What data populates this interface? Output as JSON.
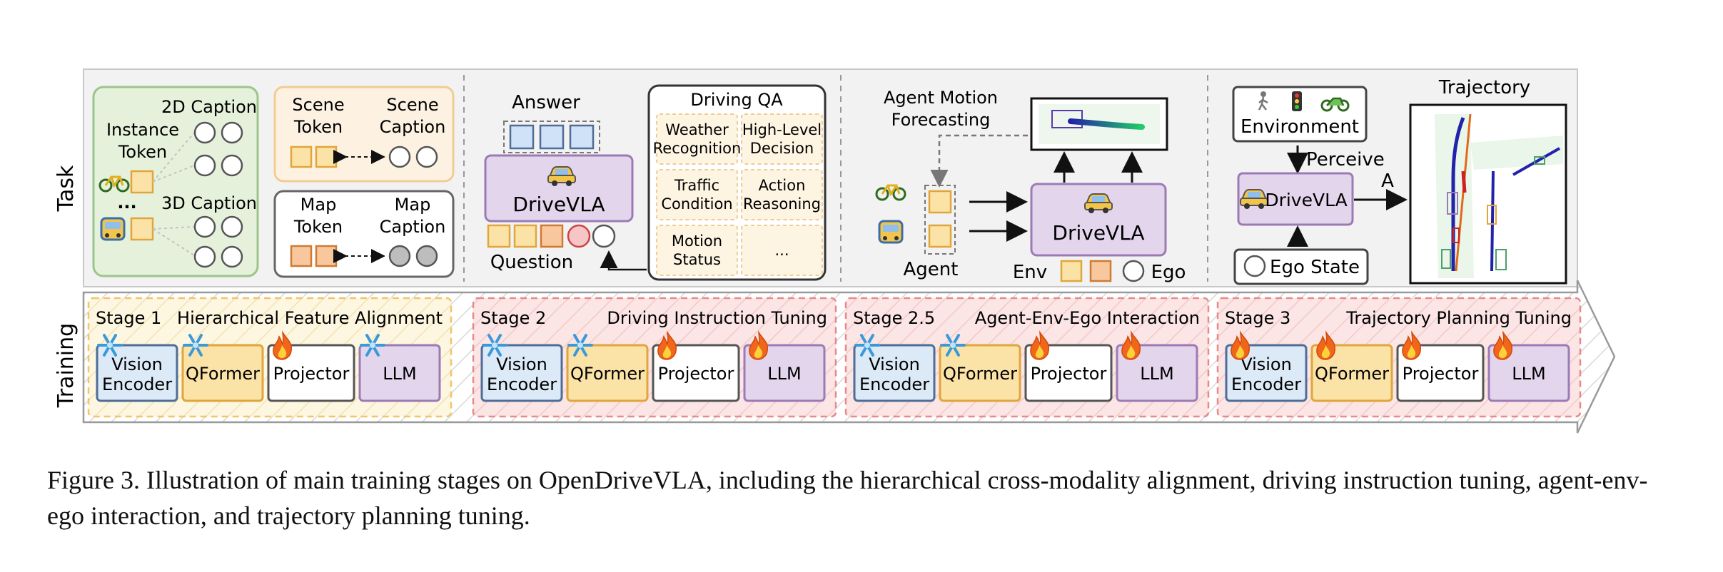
{
  "labels": {
    "task": "Task",
    "training": "Training"
  },
  "task": {
    "caption_box": {
      "caption2d": "2D Caption",
      "instance_l1": "Instance",
      "instance_l2": "Token",
      "ellipsis": "...",
      "caption3d": "3D Caption"
    },
    "scene_box": {
      "token_l1": "Scene",
      "token_l2": "Token",
      "caption_l1": "Scene",
      "caption_l2": "Caption"
    },
    "map_box": {
      "token_l1": "Map",
      "token_l2": "Token",
      "caption_l1": "Map",
      "caption_l2": "Caption"
    },
    "qa": {
      "answer": "Answer",
      "model": "DriveVLA",
      "question": "Question",
      "title": "Driving QA",
      "cells": [
        [
          "Weather",
          "Recognition"
        ],
        [
          "High-Level",
          "Decision"
        ],
        [
          "Traffic",
          "Condition"
        ],
        [
          "Action",
          "Reasoning"
        ],
        [
          "Motion",
          "Status"
        ],
        [
          "...",
          ""
        ]
      ]
    },
    "motion": {
      "forecast_l1": "Agent Motion",
      "forecast_l2": "Forecasting",
      "agent": "Agent",
      "env": "Env",
      "ego": "Ego",
      "model": "DriveVLA"
    },
    "planning": {
      "environment": "Environment",
      "perceive": "Perceive",
      "model": "DriveVLA",
      "action": "A",
      "ego_state": "Ego State",
      "trajectory": "Trajectory"
    }
  },
  "stages": [
    {
      "name": "Stage 1",
      "title": "Hierarchical Feature Alignment",
      "modules": [
        {
          "l1": "Vision",
          "l2": "Encoder",
          "state": "frozen"
        },
        {
          "l1": "QFormer",
          "l2": "",
          "state": "frozen"
        },
        {
          "l1": "Projector",
          "l2": "",
          "state": "trainable"
        },
        {
          "l1": "LLM",
          "l2": "",
          "state": "frozen"
        }
      ]
    },
    {
      "name": "Stage 2",
      "title": "Driving Instruction Tuning",
      "modules": [
        {
          "l1": "Vision",
          "l2": "Encoder",
          "state": "frozen"
        },
        {
          "l1": "QFormer",
          "l2": "",
          "state": "frozen"
        },
        {
          "l1": "Projector",
          "l2": "",
          "state": "trainable"
        },
        {
          "l1": "LLM",
          "l2": "",
          "state": "trainable"
        }
      ]
    },
    {
      "name": "Stage 2.5",
      "title": "Agent-Env-Ego Interaction",
      "modules": [
        {
          "l1": "Vision",
          "l2": "Encoder",
          "state": "frozen"
        },
        {
          "l1": "QFormer",
          "l2": "",
          "state": "frozen"
        },
        {
          "l1": "Projector",
          "l2": "",
          "state": "trainable"
        },
        {
          "l1": "LLM",
          "l2": "",
          "state": "trainable"
        }
      ]
    },
    {
      "name": "Stage 3",
      "title": "Trajectory Planning Tuning",
      "modules": [
        {
          "l1": "Vision",
          "l2": "Encoder",
          "state": "trainable"
        },
        {
          "l1": "QFormer",
          "l2": "",
          "state": "trainable"
        },
        {
          "l1": "Projector",
          "l2": "",
          "state": "trainable"
        },
        {
          "l1": "LLM",
          "l2": "",
          "state": "trainable"
        }
      ]
    }
  ],
  "colors": {
    "panel_bg": "#f2f2f2",
    "green_bg": "#e6f1dc",
    "green_border": "#9cc58a",
    "orange_bg": "#fdf1e1",
    "orange_border": "#f1cc93",
    "purple_bg": "#e3d5ec",
    "purple_border": "#9c7bb5",
    "blue_bg": "#dce9f7",
    "blue_border": "#4f6d96",
    "token_yellow": "#fbe3a8",
    "token_yellow_border": "#e0a63b",
    "token_orange": "#f8c79d",
    "token_orange_border": "#cf7a33",
    "qa_cell_bg": "#fdf4e2",
    "stage1_bg": "#fdf6e0",
    "stage1_border": "#f1c56a",
    "stage_red_bg": "#fbe3e3",
    "stage_red_border": "#e88a8a",
    "llm_bg": "#e3d5ec"
  },
  "caption": {
    "text": "Figure 3. Illustration of main training stages on OpenDriveVLA, including the hierarchical cross-modality alignment, driving instruction tuning, agent-env-ego interaction, and trajectory planning tuning."
  }
}
